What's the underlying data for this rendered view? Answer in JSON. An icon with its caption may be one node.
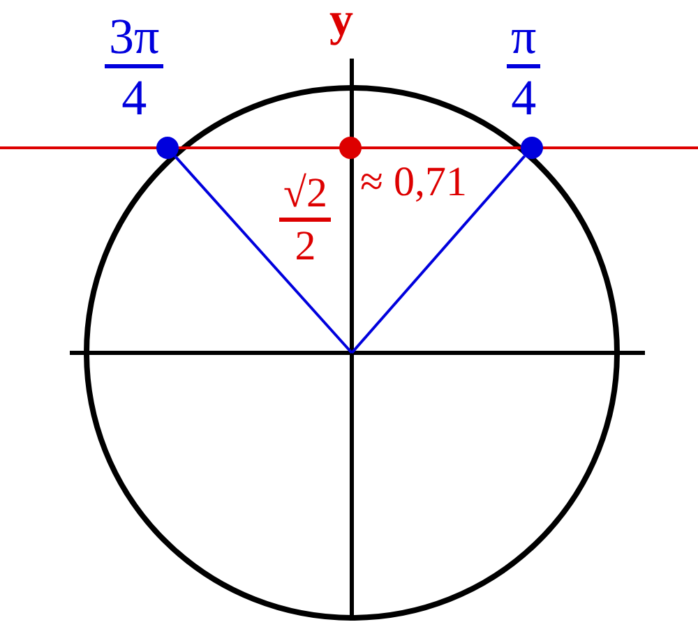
{
  "diagram": {
    "nodes": [
      {
        "text": [
          "3π",
          "4"
        ]
      },
      {
        "text": [
          "π",
          "4"
        ]
      },
      {
        "text": [
          "√2",
          "2",
          "≈ 0,71"
        ]
      }
    ],
    "edges": [
      {
        "from": null,
        "to": 0,
        "arrow": "none"
      },
      {
        "from": null,
        "to": 1,
        "arrow": "none"
      }
    ],
    "labels": [
      "y"
    ]
  }
}
